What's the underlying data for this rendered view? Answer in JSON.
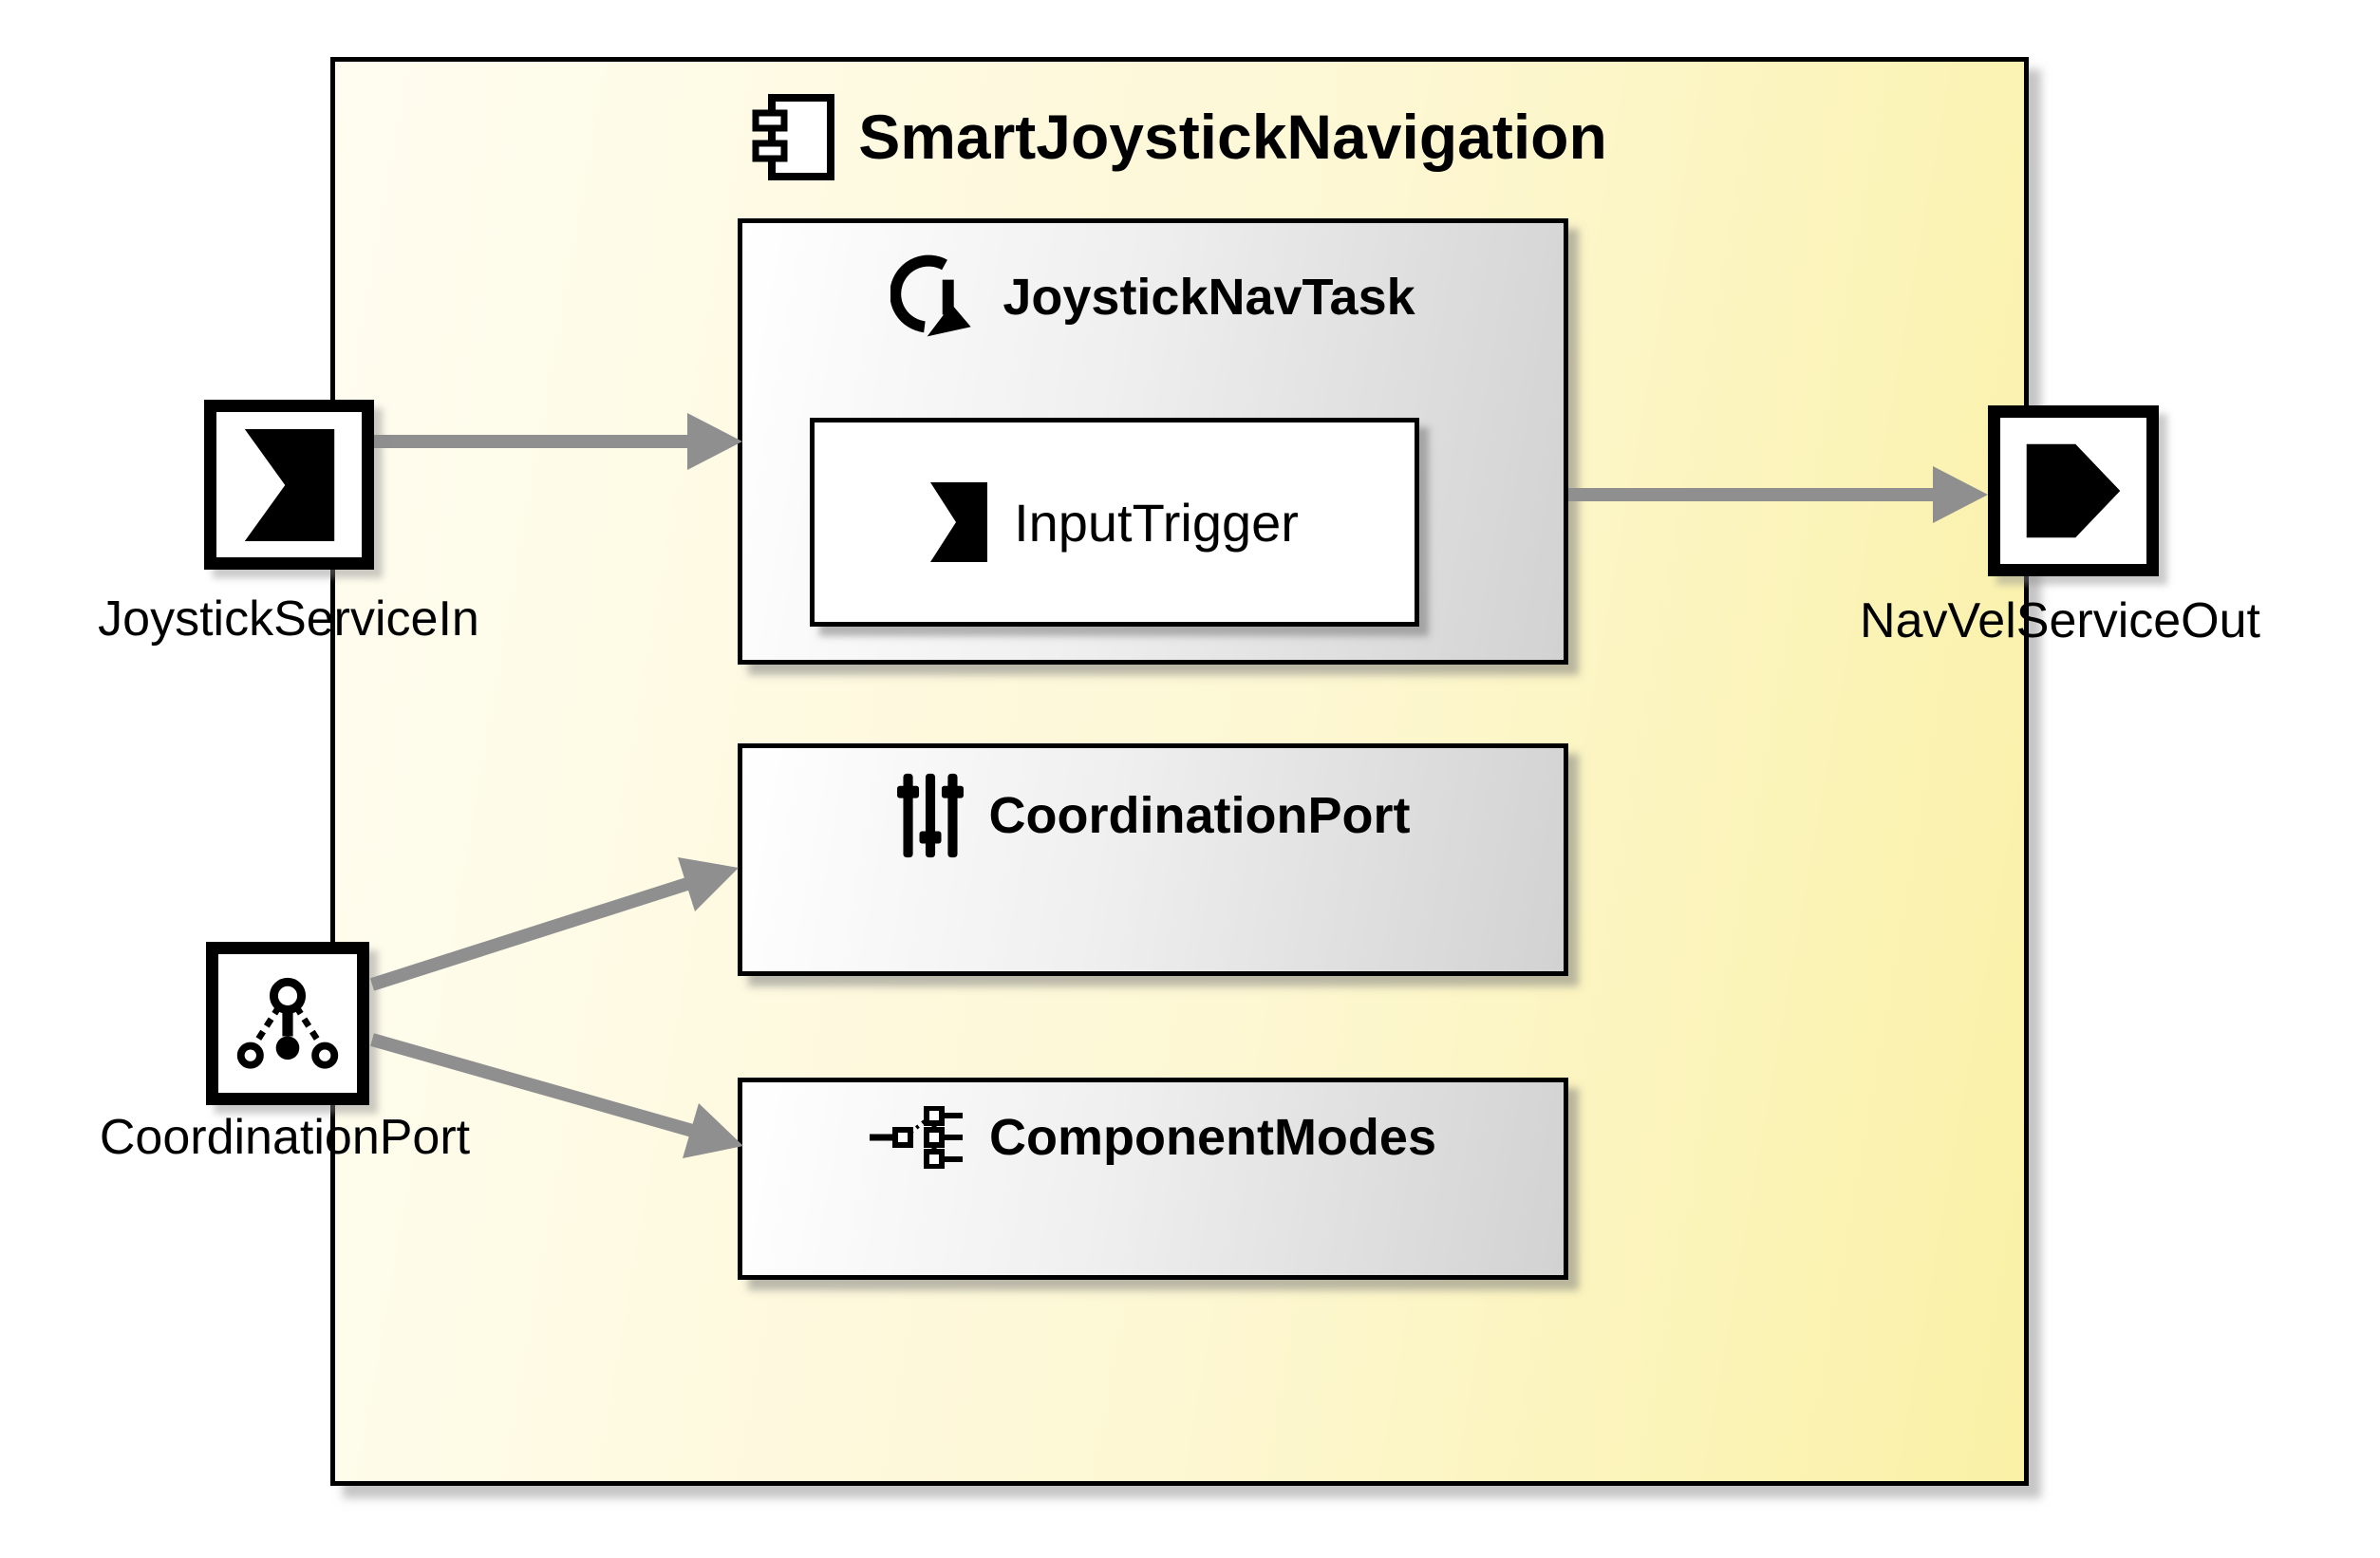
{
  "component": {
    "title": "SmartJoystickNavigation",
    "title_icon": "uml-component-icon"
  },
  "boxes": {
    "task": {
      "label": "JoystickNavTask",
      "icon": "loop-arrow-icon"
    },
    "trigger": {
      "label": "InputTrigger",
      "icon": "trigger-flag-icon"
    },
    "coordination": {
      "label": "CoordinationPort",
      "icon": "sliders-icon"
    },
    "modes": {
      "label": "ComponentModes",
      "icon": "modes-tree-icon"
    }
  },
  "ports": {
    "joystick_in": {
      "label": "JoystickServiceIn",
      "icon": "input-service-port-icon"
    },
    "coordination": {
      "label": "CoordinationPort",
      "icon": "coordination-tree-port-icon"
    },
    "navvel_out": {
      "label": "NavVelServiceOut",
      "icon": "output-service-port-icon"
    }
  },
  "connections": [
    {
      "from": "JoystickServiceIn",
      "to": "JoystickNavTask"
    },
    {
      "from": "JoystickNavTask",
      "to": "NavVelServiceOut"
    },
    {
      "from": "CoordinationPort",
      "to": "CoordinationPort box"
    },
    {
      "from": "CoordinationPort",
      "to": "ComponentModes"
    }
  ],
  "colors": {
    "component_fill_left": "#fffdf1",
    "component_fill_right": "#faf1a6",
    "box_fill_left": "#ffffff",
    "box_fill_right": "#d2d2d2",
    "arrow_gray": "#8f8f8f",
    "border_black": "#000000"
  }
}
